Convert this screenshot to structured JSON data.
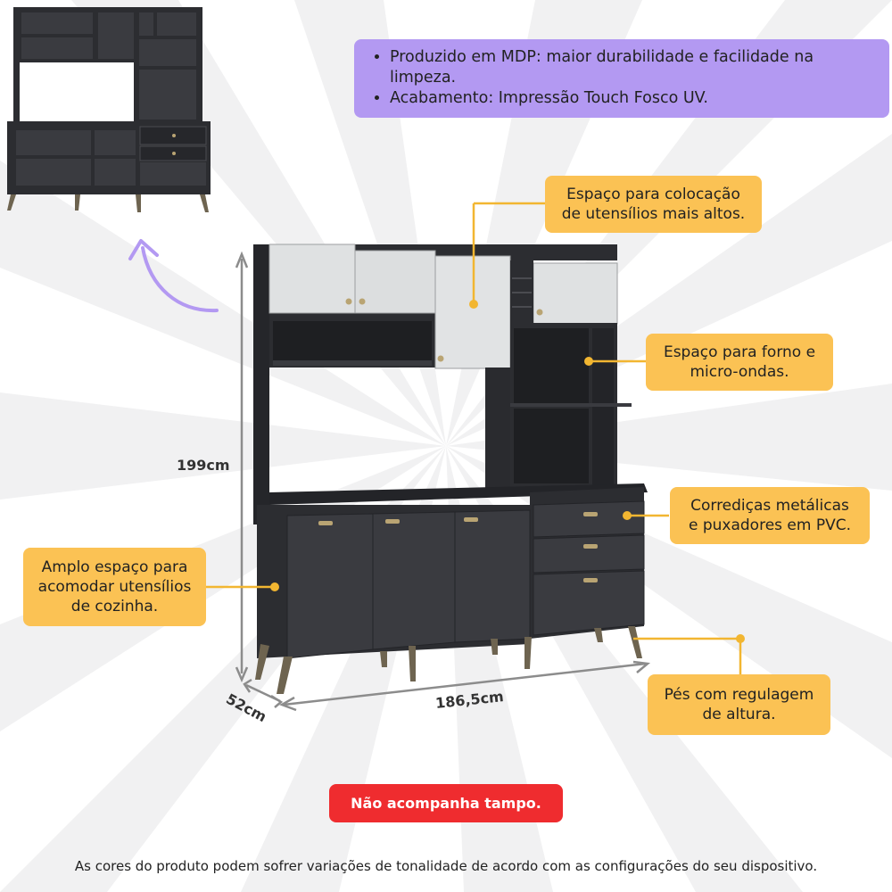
{
  "features": {
    "items": [
      "Produzido em MDP: maior durabilidade e facilidade na limpeza.",
      "Acabamento: Impressão Touch Fosco UV."
    ],
    "background_color": "#b399f2"
  },
  "callouts": {
    "tall_utensils": [
      "Espaço para colocação",
      "de utensílios mais altos."
    ],
    "oven": [
      "Espaço para forno e",
      "micro-ondas."
    ],
    "slides": [
      "Corrediças metálicas",
      "e puxadores em PVC."
    ],
    "storage": [
      "Amplo espaço para",
      "acomodar utensílios",
      "de cozinha."
    ],
    "feet": [
      "Pés com regulagem",
      "de altura."
    ],
    "box_color": "#fbc254",
    "marker_color": "#f2b631"
  },
  "dimensions": {
    "height": "199cm",
    "width": "186,5cm",
    "depth": "52cm"
  },
  "warning": {
    "text": "Não acompanha tampo.",
    "color": "#ef2c2f"
  },
  "disclaimer": "As cores do produto podem sofrer variações de tonalidade de acordo com as configurações do seu dispositivo.",
  "colors": {
    "cabinet_dark": "#2c2d31",
    "door_light": "#dfe1e2",
    "handle_gold": "#b9a473",
    "leg_color": "#6e6450",
    "arrow_color": "#b399f2"
  }
}
